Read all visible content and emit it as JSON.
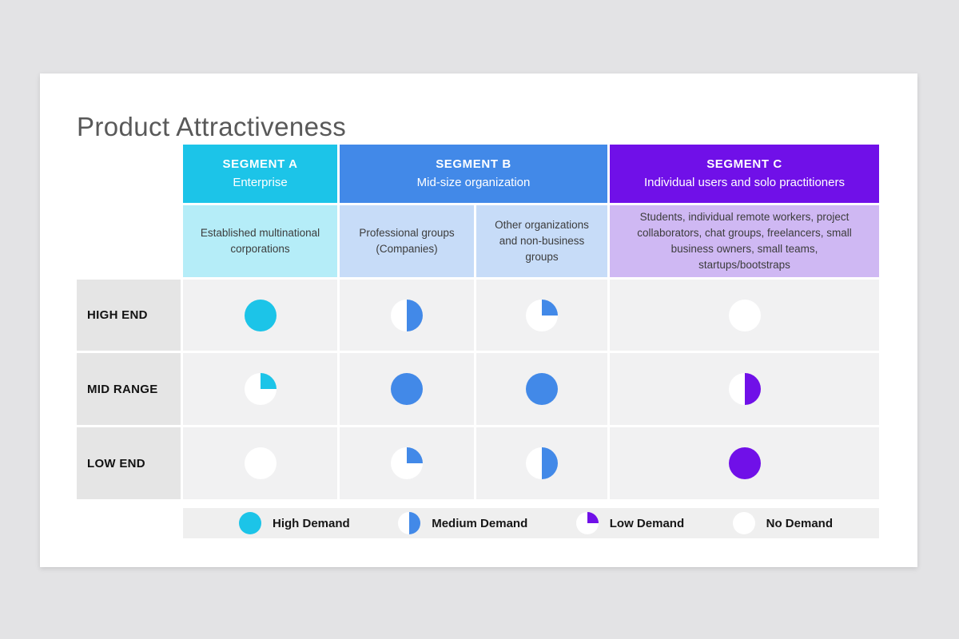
{
  "title": "Product Attractiveness",
  "colors": {
    "cyan": "#1cc4e8",
    "blue": "#4289e8",
    "purple": "#7010e8",
    "light_cyan": "#b5edf8",
    "light_blue": "#c7dcf8",
    "light_purple": "#cfb8f3",
    "white": "#ffffff"
  },
  "table": {
    "segments": [
      {
        "title": "SEGMENT A",
        "subtitle": "Enterprise",
        "color_key": "cyan",
        "light_color_key": "light_cyan",
        "groups": [
          "Established multinational corporations"
        ]
      },
      {
        "title": "SEGMENT B",
        "subtitle": "Mid-size organization",
        "color_key": "blue",
        "light_color_key": "light_blue",
        "groups": [
          "Professional groups (Companies)",
          "Other organizations and non-business groups"
        ]
      },
      {
        "title": "SEGMENT C",
        "subtitle": "Individual users and solo practitioners",
        "color_key": "purple",
        "light_color_key": "light_purple",
        "groups": [
          "Students, individual remote workers, project collaborators, chat groups, freelancers, small business owners, small teams, startups/bootstraps"
        ]
      }
    ],
    "column_ball_colors": [
      "cyan",
      "blue",
      "blue",
      "purple"
    ],
    "rows": [
      {
        "label": "HIGH END",
        "levels": [
          "high",
          "medium",
          "low",
          "none"
        ]
      },
      {
        "label": "MID RANGE",
        "levels": [
          "low",
          "high",
          "high",
          "medium"
        ]
      },
      {
        "label": "LOW END",
        "levels": [
          "none",
          "low",
          "medium",
          "high"
        ]
      }
    ],
    "level_fill_percent": {
      "high": 100,
      "medium": 50,
      "low": 25,
      "none": 0
    }
  },
  "legend": {
    "items": [
      {
        "label": "High Demand",
        "level": "high",
        "color_key": "cyan"
      },
      {
        "label": "Medium Demand",
        "level": "medium",
        "color_key": "blue"
      },
      {
        "label": "Low Demand",
        "level": "low",
        "color_key": "purple"
      },
      {
        "label": "No Demand",
        "level": "none",
        "color_key": "white"
      }
    ]
  }
}
